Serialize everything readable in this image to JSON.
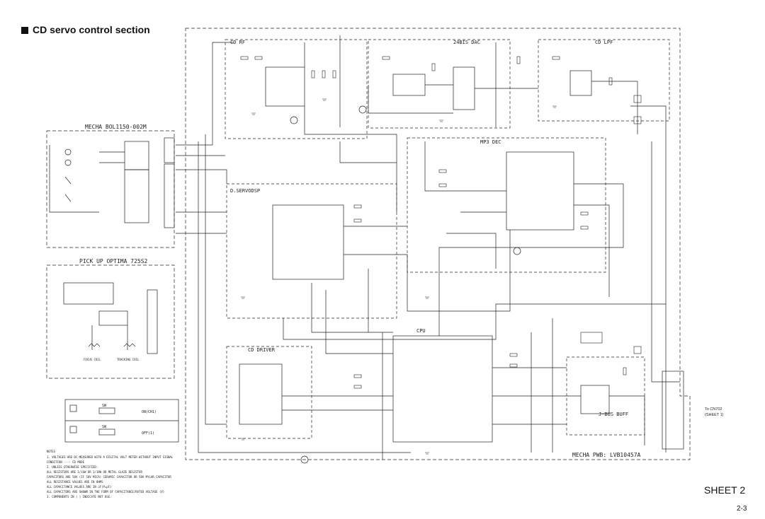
{
  "header": {
    "title": "CD servo control section"
  },
  "footer": {
    "sheet_label": "SHEET 2",
    "page_number": "2-3"
  },
  "blocks": {
    "mecha": "MECHA BOL1150-002M",
    "pickup": "PICK UP OPTIMA 725S2",
    "cd_rf": "CD RF",
    "ic_24bit_dac": "24BIS DAC",
    "cd_lpf": "CD LPF",
    "servo_dsp": "D.SERVODSP",
    "mp3_dec": "MP3 DEC",
    "cd_driver": "CD DRIVER",
    "cpu": "CPU",
    "j_bus_buff": "J-BUS BUFF",
    "mecha_pwb": "MECHA PWB: LVB10457A"
  },
  "legend": {
    "on": "ON(CH1)",
    "off": "OFF(1)",
    "label_top": "SW",
    "label_bottom": "SW"
  },
  "connector": {
    "to_cn": "To CN702",
    "sheet_ref": "(SHEET 1)"
  },
  "notes": {
    "heading": "NOTES",
    "lines": [
      "1. VOLTAGES ARE DC-MEASURED WITH A DIGITAL VOLT METER WITHOUT INPUT SIGNAL",
      "   CONDITION ---- CD MODE",
      "2. UNLESS OTHERWISE SPECIFIED:",
      "   ALL RESISTORS ARE 1/16W OR 1/10W OR METAL GLAZE RESISTOR",
      "   CAPACITORS ARE 50V (IF 50V MICA) CERAMIC CAPACITOR OR 50V MYLAR CAPACITOR",
      "   ALL RESISTANCE VALUES ARE IN OHMS",
      "   ALL CAPACITANCE VALUES ARE IN uF(P=pF)",
      "   ALL CAPACITORS ARE SHOWN IN THE FORM OF CAPACITANCE/RATED VOLTAGE (V)",
      "3. COMPONENTS IN ( ) INDICATE NOT USE."
    ]
  },
  "pickup_labels": {
    "focus_coil": "FOCUS COIL",
    "tracking_coil": "TRACKING COIL"
  }
}
